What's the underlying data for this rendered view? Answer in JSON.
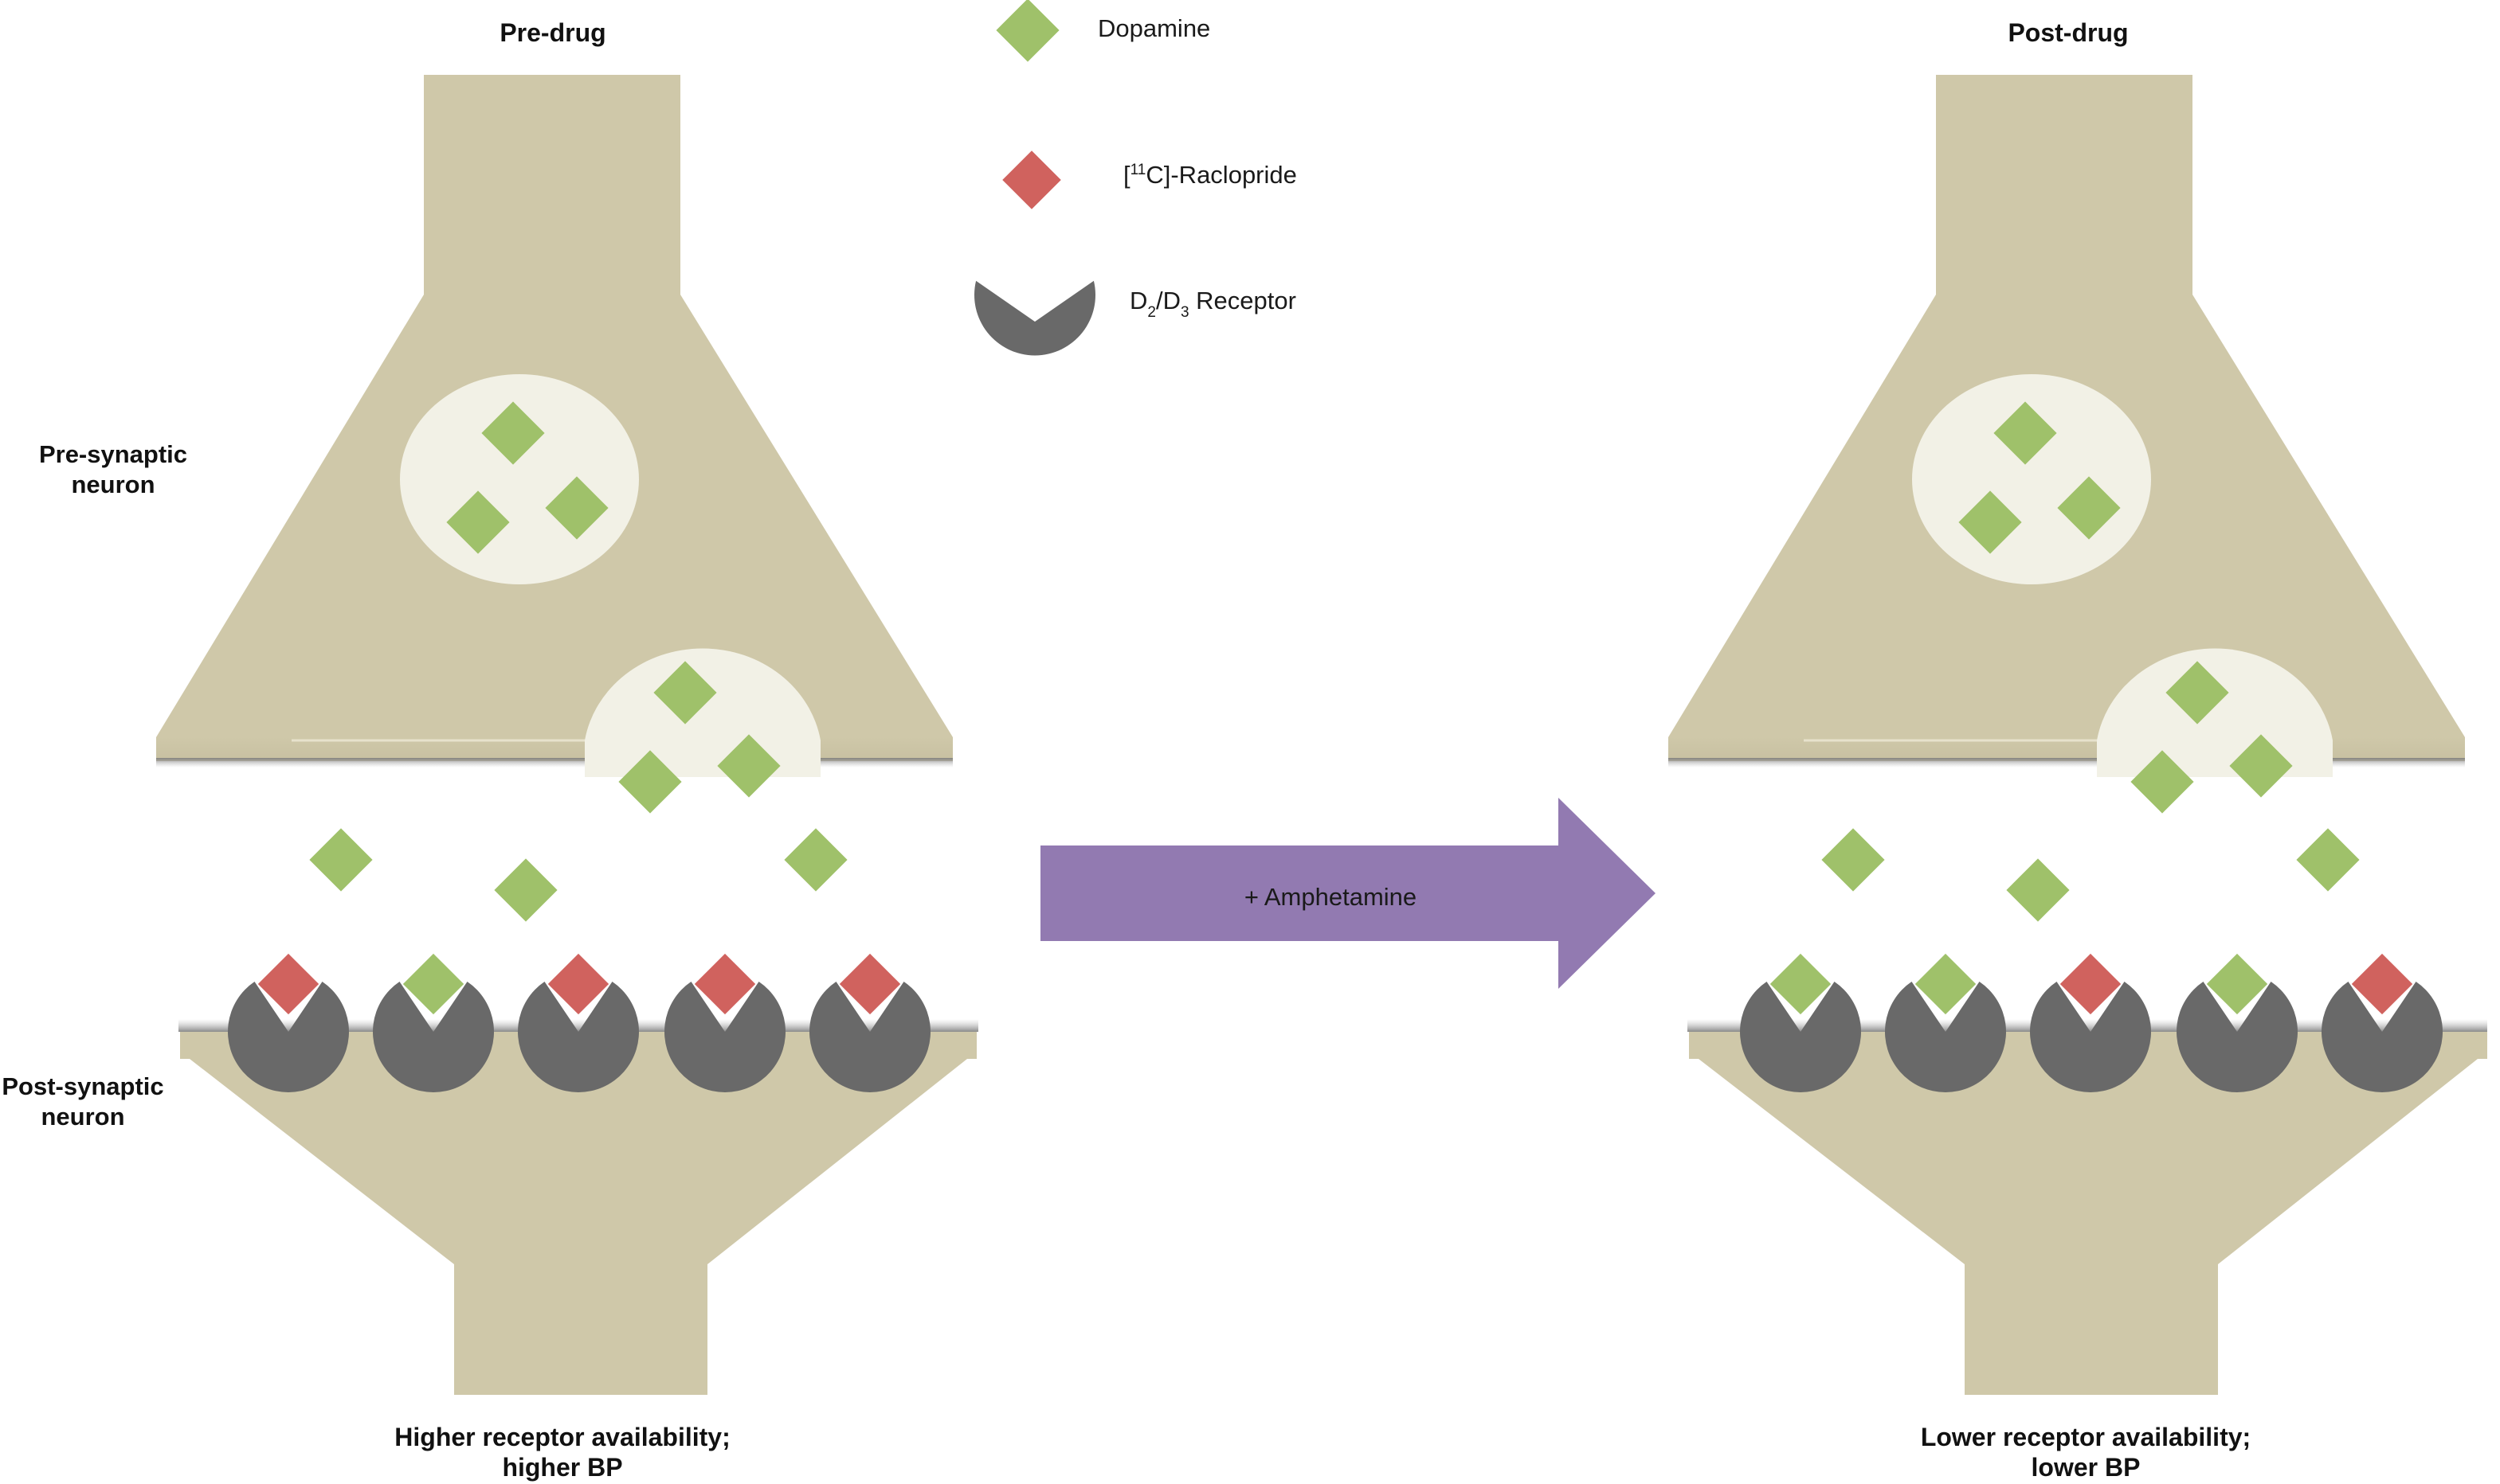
{
  "panels": {
    "pre": {
      "title": "Pre-drug",
      "caption_line1": "Higher receptor availability;",
      "caption_line2": "higher BP",
      "occupancy": [
        "raclopride",
        "dopamine",
        "raclopride",
        "raclopride",
        "raclopride"
      ]
    },
    "post": {
      "title": "Post-drug",
      "caption_line1": "Lower receptor availability;",
      "caption_line2": "lower BP",
      "occupancy": [
        "dopamine",
        "dopamine",
        "raclopride",
        "dopamine",
        "raclopride"
      ]
    }
  },
  "labels": {
    "presynaptic_line1": "Pre-synaptic",
    "presynaptic_line2": "neuron",
    "postsynaptic_line1": "Post-synaptic",
    "postsynaptic_line2": "neuron"
  },
  "arrow": {
    "label": "+ Amphetamine"
  },
  "legend": {
    "dopamine": "Dopamine",
    "raclopride_pre": "[",
    "raclopride_sup": "11",
    "raclopride_post": "C]-Raclopride",
    "receptor_d": "D",
    "receptor_sub1": "2",
    "receptor_slash": "/D",
    "receptor_sub2": "3",
    "receptor_rest": " Receptor"
  },
  "colors": {
    "neuron": "#cfc8a9",
    "vesicle": "#f2f1e6",
    "dopamine": "#9fc16a",
    "raclopride": "#d0625e",
    "receptor": "#696969",
    "arrow": "#927ab1"
  }
}
